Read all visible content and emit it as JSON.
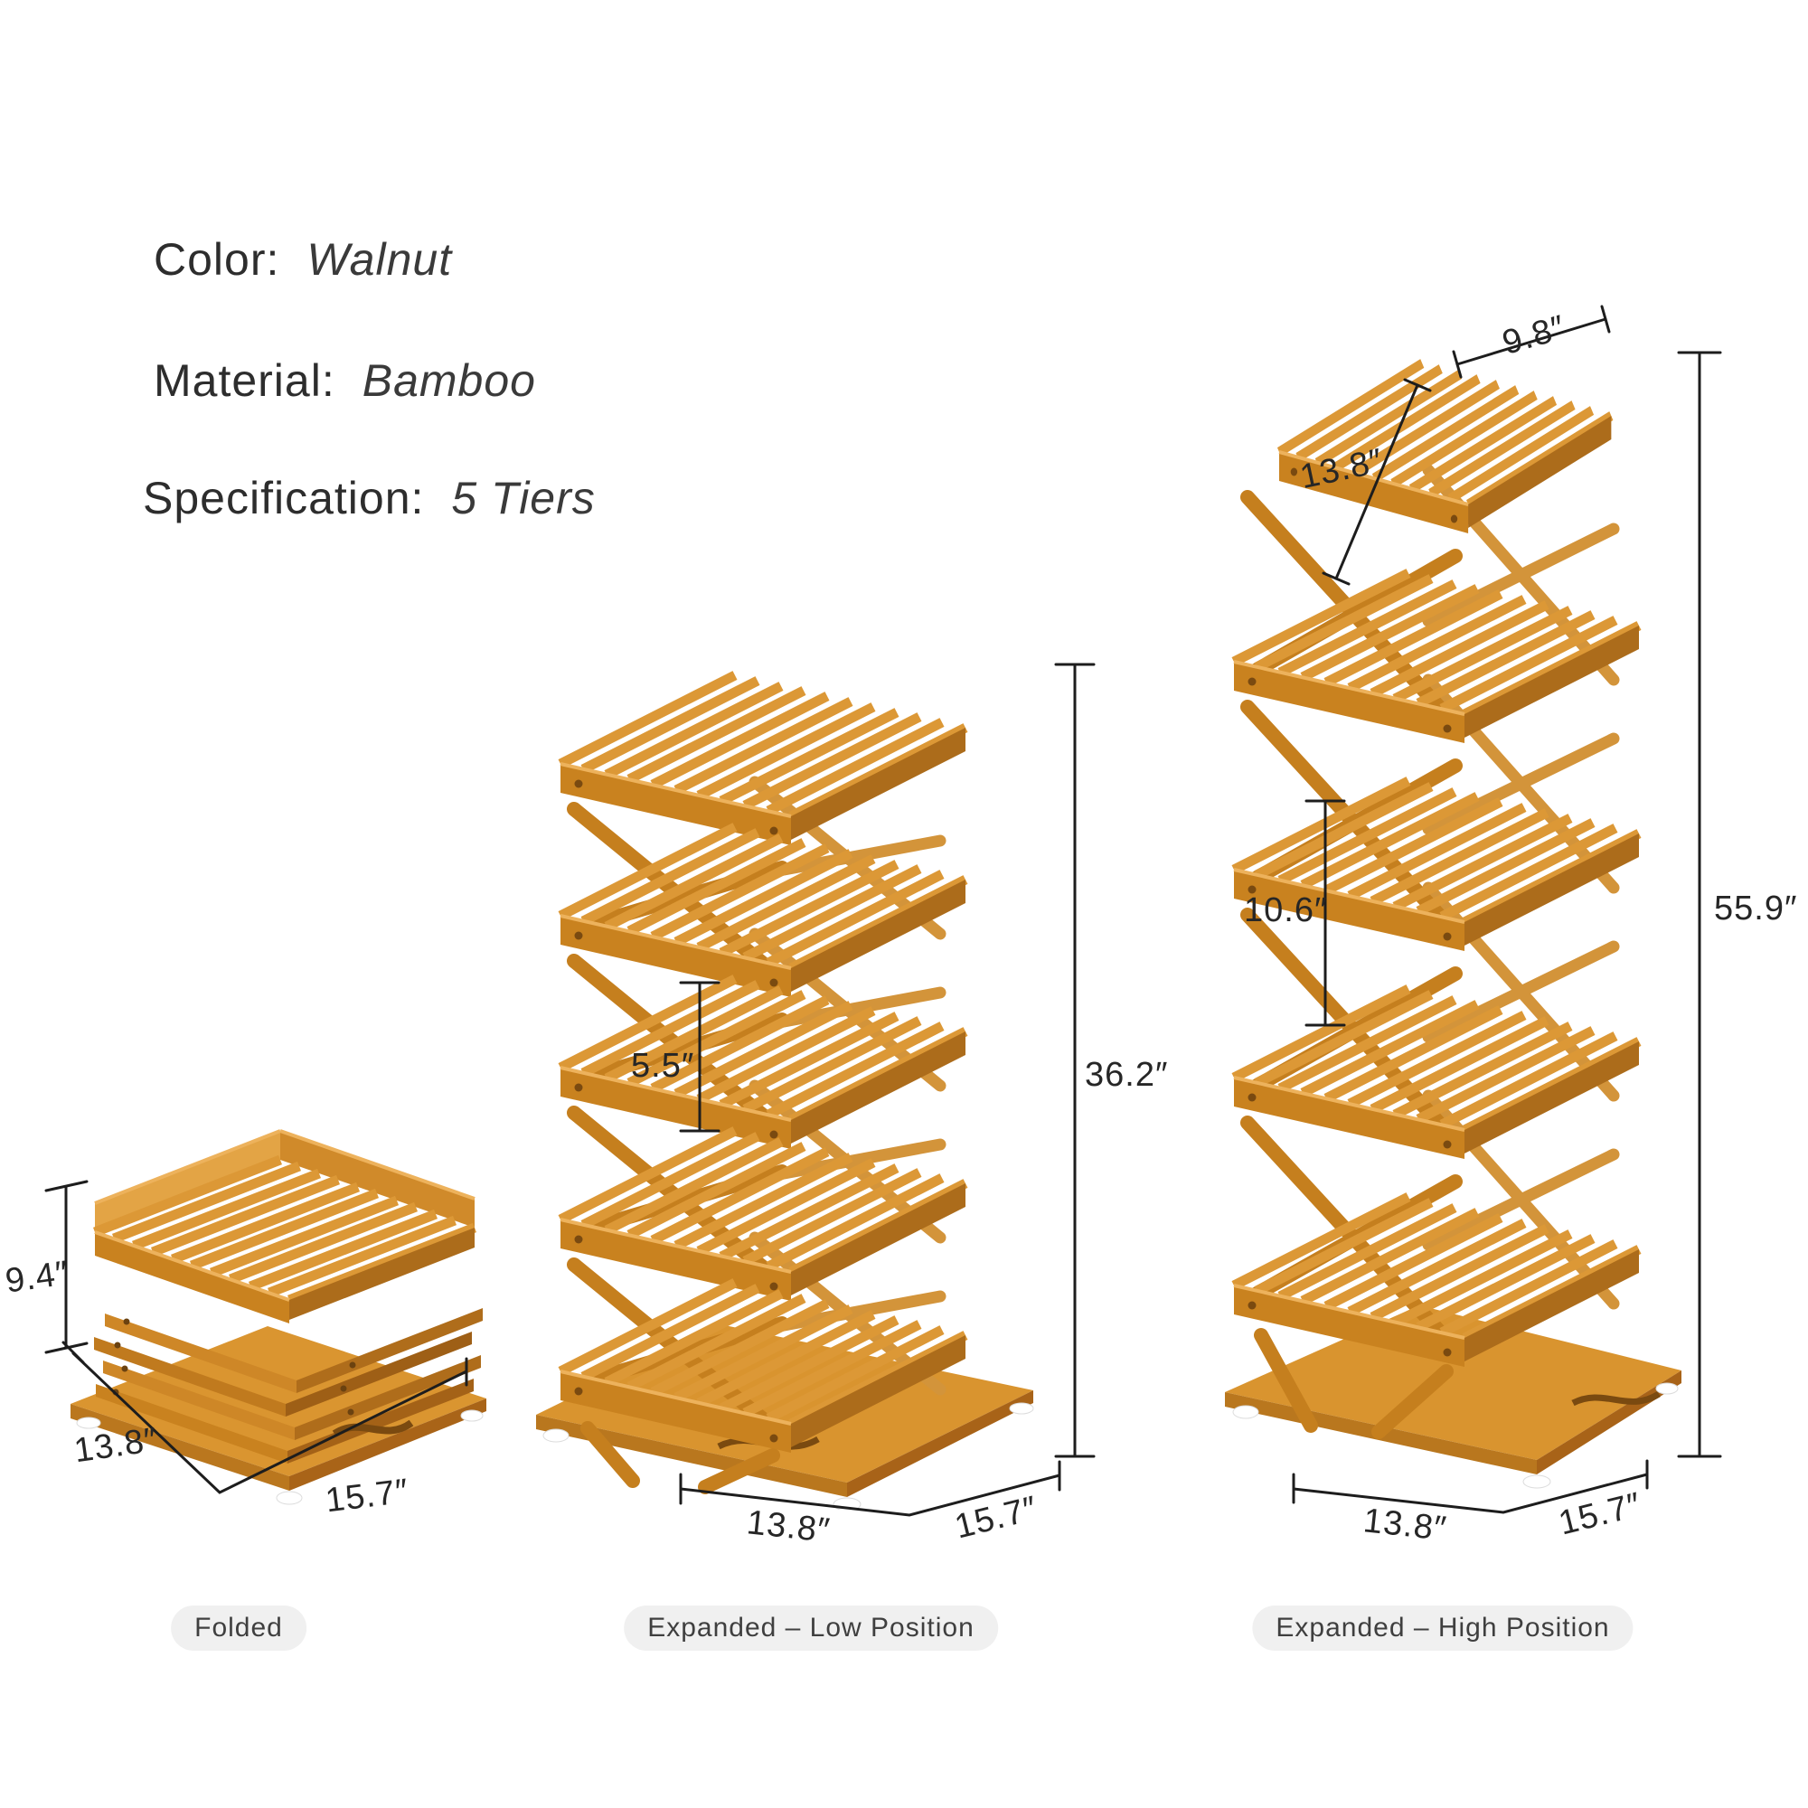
{
  "specs": {
    "color": {
      "label": "Color:",
      "value": "Walnut"
    },
    "material": {
      "label": "Material:",
      "value": "Bamboo"
    },
    "specification": {
      "label": "Specification:",
      "value": "5 Tiers"
    }
  },
  "views": {
    "folded": {
      "caption": "Folded",
      "dims": {
        "height": "9.4″",
        "depth": "13.8″",
        "width": "15.7″"
      }
    },
    "low": {
      "caption": "Expanded – Low Position",
      "dims": {
        "tier_gap": "5.5″",
        "height": "36.2″",
        "depth": "13.8″",
        "width": "15.7″"
      }
    },
    "high": {
      "caption": "Expanded – High Position",
      "dims": {
        "top_width": "9.8″",
        "top_depth": "13.8″",
        "tier_gap": "10.6″",
        "height": "55.9″",
        "depth": "13.8″",
        "width": "15.7″"
      }
    }
  },
  "product": {
    "tiers": 5,
    "material": "Bamboo",
    "color": "Walnut"
  },
  "colors": {
    "background": "#ffffff",
    "wood_main": "#D9942F",
    "wood_slat": "#DC9836",
    "wood_light": "#EDB25C",
    "wood_rail": "#C9821F",
    "wood_dark": "#AC6C1B",
    "wood_deep": "#7A4A10",
    "dimension_line": "#1d1d1d",
    "pill_background": "#f0f0f0",
    "text": "#2d2d2d"
  }
}
